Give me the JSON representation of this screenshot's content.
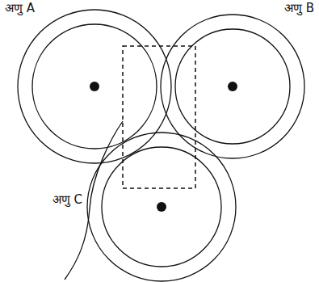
{
  "diagram": {
    "labels": [
      "अणु A",
      "अणु B",
      "अणु C"
    ]
  }
}
